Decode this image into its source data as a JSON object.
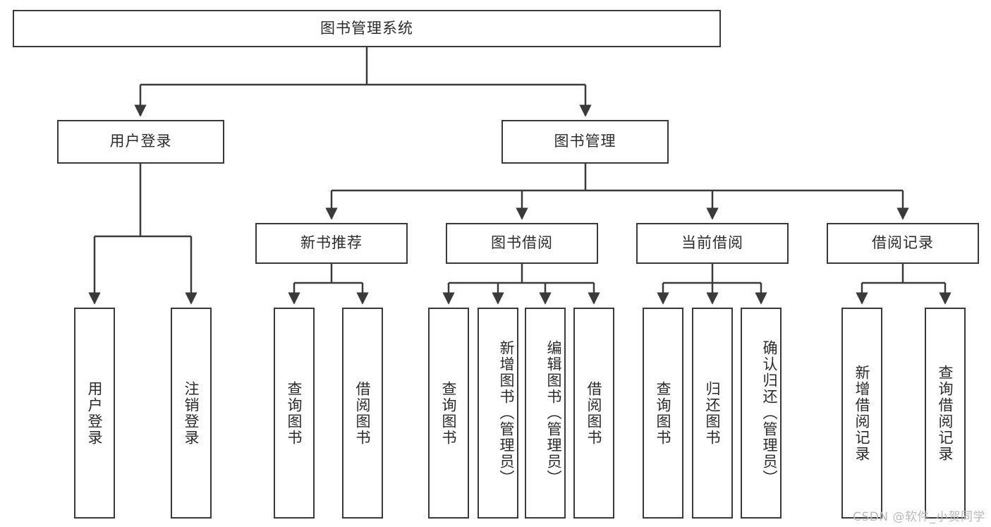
{
  "diagram": {
    "title": "图书管理系统",
    "type": "功能结构图",
    "root": {
      "label": "图书管理系统"
    },
    "level2": [
      {
        "label": "用户登录"
      },
      {
        "label": "图书管理"
      }
    ],
    "level3": [
      {
        "label": "新书推荐"
      },
      {
        "label": "图书借阅"
      },
      {
        "label": "当前借阅"
      },
      {
        "label": "借阅记录"
      }
    ],
    "leaves": {
      "user_login": [
        {
          "label": "用户登录"
        },
        {
          "label": "注销登录"
        }
      ],
      "new_book_recommend": [
        {
          "label": "查询图书"
        },
        {
          "label": "借阅图书"
        }
      ],
      "book_borrow": [
        {
          "label": "查询图书"
        },
        {
          "label": "新增图书（管理员）"
        },
        {
          "label": "编辑图书（管理员）"
        },
        {
          "label": "借阅图书"
        }
      ],
      "current_borrow": [
        {
          "label": "查询图书"
        },
        {
          "label": "归还图书"
        },
        {
          "label": "确认归还（管理员）"
        }
      ],
      "borrow_record": [
        {
          "label": "新增借阅记录"
        },
        {
          "label": "查询借阅记录"
        }
      ]
    }
  },
  "watermark": {
    "text": "CSDN @软件_小贺同学"
  },
  "colors": {
    "stroke": "#3a3a3a",
    "fill": "#ffffff",
    "text": "#2b2b2b",
    "watermark": "#b9b9b9"
  }
}
